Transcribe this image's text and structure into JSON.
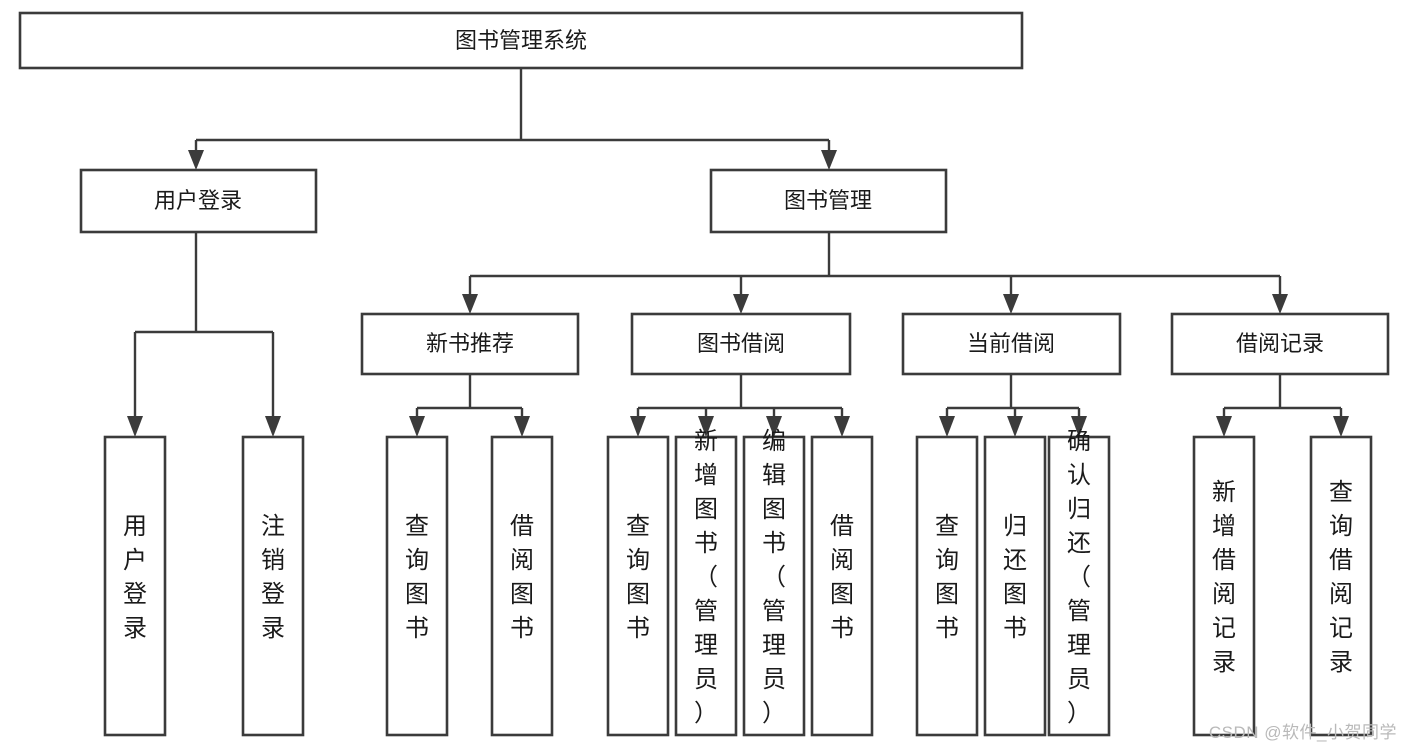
{
  "diagram": {
    "title": "图书管理系统",
    "type": "tree-hierarchy-diagram",
    "colors": {
      "box_fill": "#ffffff",
      "box_stroke": "#3b3b3b",
      "text": "#1a1a1a",
      "background": "#ffffff",
      "watermark": "#b9b9b9"
    },
    "root": {
      "label": "图书管理系统"
    },
    "level2": [
      {
        "id": "user-login",
        "label": "用户登录"
      },
      {
        "id": "book-manage",
        "label": "图书管理"
      }
    ],
    "level3": [
      {
        "id": "new-book-recommend",
        "label": "新书推荐"
      },
      {
        "id": "book-borrow",
        "label": "图书借阅"
      },
      {
        "id": "current-borrow",
        "label": "当前借阅"
      },
      {
        "id": "borrow-record",
        "label": "借阅记录"
      }
    ],
    "leaves": {
      "user-login": [
        {
          "id": "leaf-user-login",
          "label": "用户登录"
        },
        {
          "id": "leaf-logout-login",
          "label": "注销登录"
        }
      ],
      "new-book-recommend": [
        {
          "id": "leaf-query-book-1",
          "label": "查询图书"
        },
        {
          "id": "leaf-borrow-book-1",
          "label": "借阅图书"
        }
      ],
      "book-borrow": [
        {
          "id": "leaf-query-book-2",
          "label": "查询图书"
        },
        {
          "id": "leaf-add-book-admin",
          "label": "新增图书（管理员）"
        },
        {
          "id": "leaf-edit-book-admin",
          "label": "编辑图书（管理员）"
        },
        {
          "id": "leaf-borrow-book-2",
          "label": "借阅图书"
        }
      ],
      "current-borrow": [
        {
          "id": "leaf-query-book-3",
          "label": "查询图书"
        },
        {
          "id": "leaf-return-book",
          "label": "归还图书"
        },
        {
          "id": "leaf-confirm-return-admin",
          "label": "确认归还（管理员）"
        }
      ],
      "borrow-record": [
        {
          "id": "leaf-add-borrow-record",
          "label": "新增借阅记录"
        },
        {
          "id": "leaf-query-borrow-record",
          "label": "查询借阅记录"
        }
      ]
    }
  },
  "watermark": {
    "text": "CSDN @软件_小贺同学"
  }
}
